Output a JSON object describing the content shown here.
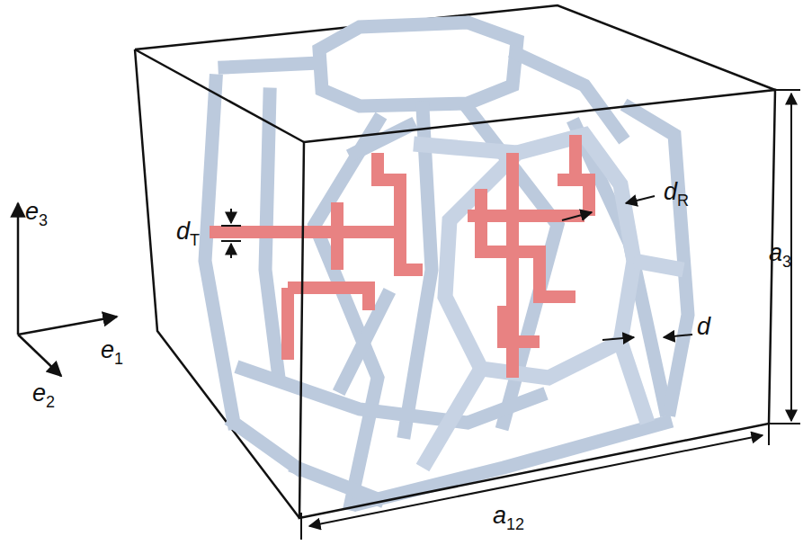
{
  "diagram": {
    "labels": [
      "e3",
      "e1",
      "e2",
      "dT",
      "dR",
      "d",
      "a3",
      "a12"
    ]
  }
}
